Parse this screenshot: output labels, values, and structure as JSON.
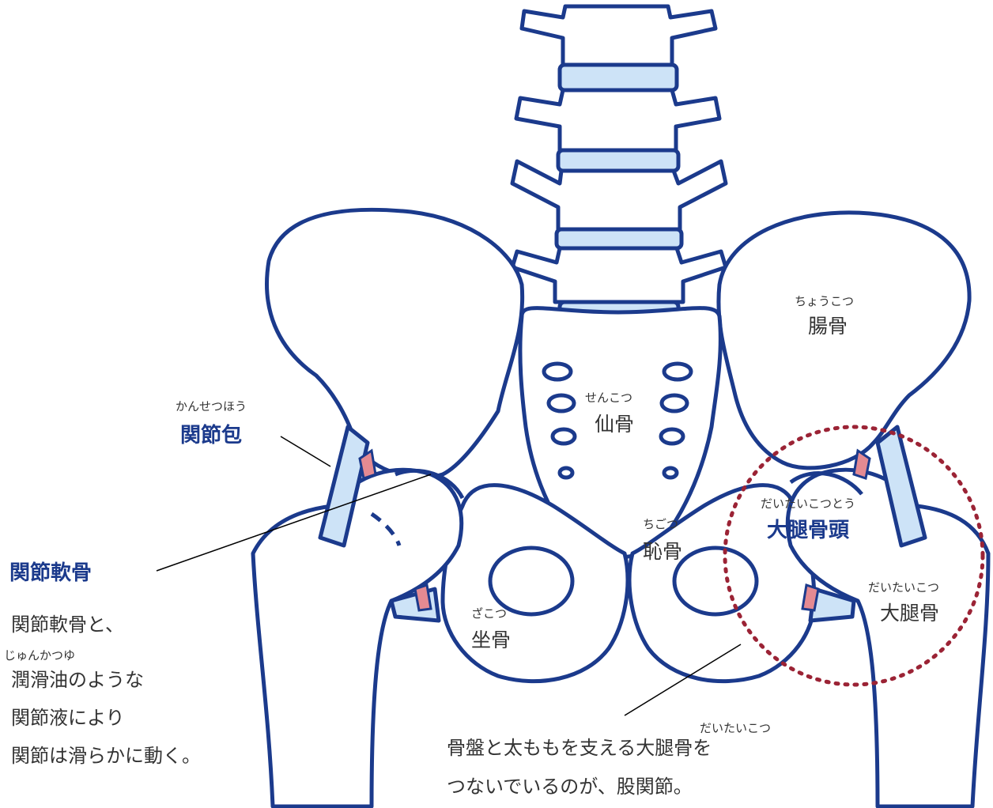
{
  "labels": {
    "ilium": {
      "ruby": "ちょうこつ",
      "text": "腸骨"
    },
    "sacrum": {
      "ruby": "せんこつ",
      "text": "仙骨"
    },
    "pubis": {
      "ruby": "ちごつ",
      "text": "恥骨"
    },
    "ischium": {
      "ruby": "ざこつ",
      "text": "坐骨"
    },
    "femur": {
      "ruby": "だいたいこつ",
      "text": "大腿骨"
    },
    "femoral_head": {
      "ruby": "だいたいこつとう",
      "text": "大腿骨頭"
    },
    "capsule": {
      "ruby": "かんせつほう",
      "text": "関節包"
    },
    "cartilage": {
      "text": "関節軟骨"
    }
  },
  "cartilage_desc": {
    "line1": "関節軟骨と、",
    "ruby": "じゅんかつゆ",
    "line2": "潤滑油のような",
    "line3": "関節液により",
    "line4": "関節は滑らかに動く。"
  },
  "bottom_desc": {
    "ruby": "だいたいこつ",
    "line1": "骨盤と太ももを支える大腿骨を",
    "line2": "つないでいるのが、股関節。"
  },
  "colors": {
    "outline": "#1b3a8c",
    "fill_light": "#cde3f7",
    "fluid": "#e48a92",
    "highlight_circle": "#9b2335"
  }
}
